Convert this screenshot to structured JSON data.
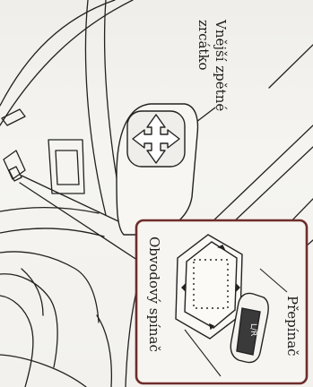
{
  "labels": {
    "mirror_line1": "Vnější zpětné",
    "mirror_line2": "zrcátko",
    "switch_right": "Přepínač",
    "circuit_switch": "Obvodový spínač"
  },
  "icons": {
    "direction_pad": "four-way-arrow-icon",
    "selector": "L-R-selector-icon"
  },
  "colors": {
    "callout_border": "#6e2d2a",
    "line": "#222222",
    "background": "#f3f2ee"
  }
}
